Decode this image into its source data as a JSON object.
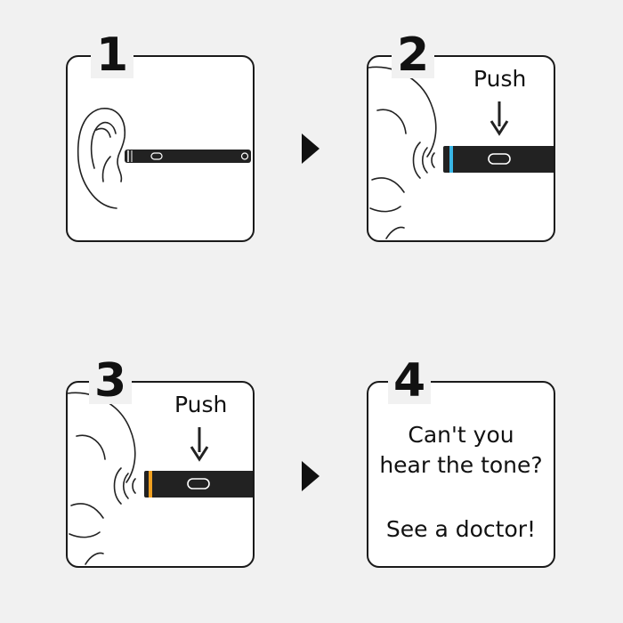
{
  "steps": [
    {
      "number": "1"
    },
    {
      "number": "2",
      "label": "Push"
    },
    {
      "number": "3",
      "label": "Push"
    },
    {
      "number": "4",
      "message": [
        "Can't you",
        "hear the tone?",
        "See a doctor!"
      ]
    }
  ],
  "colors": {
    "device_body": "#222222",
    "step2_indicator": "#39b6e6",
    "step3_indicator": "#f0a020",
    "outline": "#1a1a1a",
    "background": "#f1f1f1"
  },
  "icons": [
    "ear-icon",
    "device-icon",
    "sound-waves-icon",
    "push-down-arrow-icon",
    "next-step-arrow-icon"
  ]
}
